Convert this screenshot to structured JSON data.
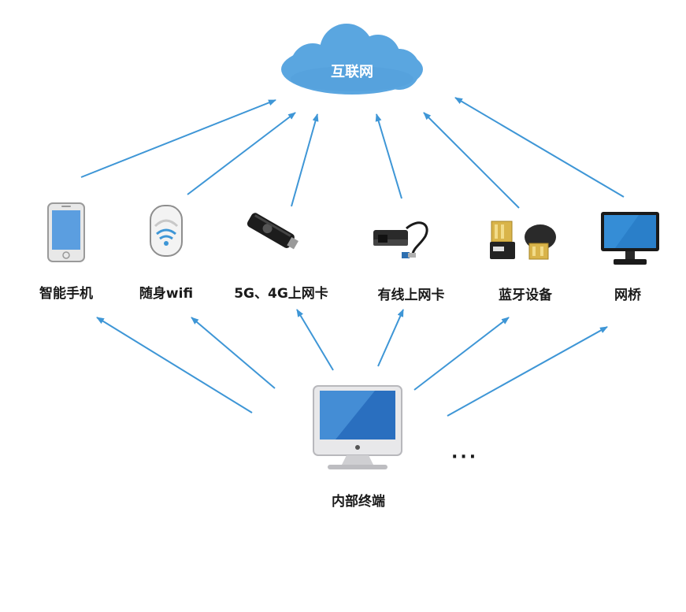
{
  "cloud": {
    "label": "互联网",
    "color": "#5aa6e0"
  },
  "devices": [
    {
      "label": "智能手机",
      "icon": "smartphone-icon"
    },
    {
      "label": "随身wifi",
      "icon": "portable-wifi-icon"
    },
    {
      "label": "5G、4G上网卡",
      "icon": "usb-modem-icon"
    },
    {
      "label": "有线上网卡",
      "icon": "usb-ethernet-adapter-icon"
    },
    {
      "label": "蓝牙设备",
      "icon": "bluetooth-dongle-icon"
    },
    {
      "label": "网桥",
      "icon": "bridge-monitor-icon"
    }
  ],
  "terminal": {
    "label": "内部终端",
    "icon": "desktop-computer-icon"
  },
  "more": "···",
  "arrow_color": "#3e96d6"
}
